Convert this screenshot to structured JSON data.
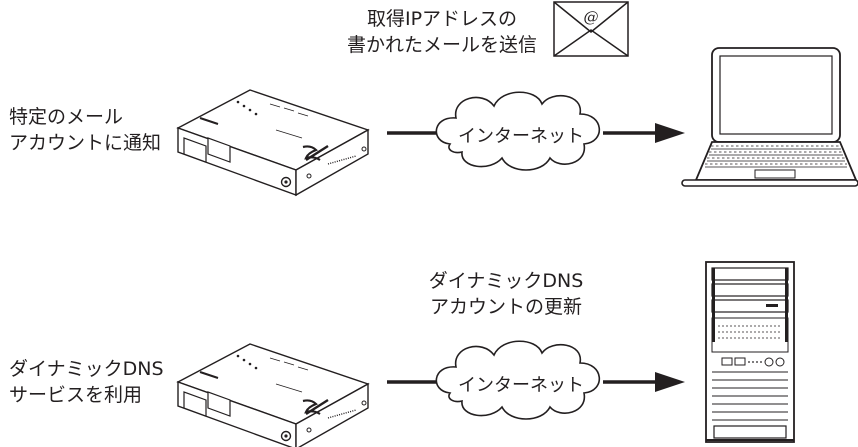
{
  "top": {
    "email_note": [
      "取得IPアドレスの",
      "書かれたメールを送信"
    ],
    "email_icon_symbol": "@",
    "router_label": [
      "特定のメール",
      "アカウントに通知"
    ],
    "cloud_label": "インターネット",
    "device_brand": "RX"
  },
  "bottom": {
    "update_note": [
      "ダイナミックDNS",
      "アカウントの更新"
    ],
    "router_label": [
      "ダイナミックDNS",
      "サービスを利用"
    ],
    "cloud_label": "インターネット",
    "device_brand": "RX"
  },
  "colors": {
    "stroke": "#231f20",
    "fill": "#ffffff"
  },
  "icons": [
    "envelope-icon",
    "router-icon",
    "cloud-icon",
    "arrow-icon",
    "laptop-icon",
    "server-tower-icon"
  ]
}
